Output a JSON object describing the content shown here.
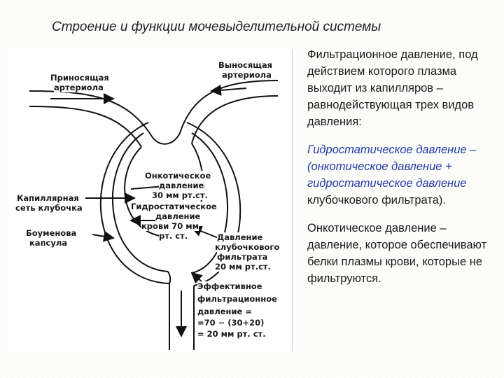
{
  "title": "Строение и функции мочевыделительной системы",
  "figure": {
    "label_efferent_1": "Выносящая",
    "label_efferent_2": "артериола",
    "label_afferent_1": "Приносящая",
    "label_afferent_2": "артериола",
    "label_oncotic_1": "Онкотическое",
    "label_oncotic_2": "давление",
    "label_oncotic_3": "30 мм рт.ст.",
    "label_hydro_1": "Гидростатическое",
    "label_hydro_2": "давление",
    "label_hydro_3": "крови 70 мм",
    "label_hydro_4": "рт. ст.",
    "label_capillary_1": "Капиллярная",
    "label_capillary_2": "сеть клубочка",
    "label_bowman_1": "Боуменова",
    "label_bowman_2": "капсула",
    "label_filtrate_1": "Давление",
    "label_filtrate_2": "клубочкового",
    "label_filtrate_3": "фильтрата",
    "label_filtrate_4": "20 мм рт.ст.",
    "label_eff_1": "Эффективное",
    "label_eff_2": "фильтрационное",
    "label_eff_3": "давление =",
    "label_eff_4": "=70 − (30+20)",
    "label_eff_5": "= 20 мм рт. ст."
  },
  "text": {
    "p1": "Фильтрационное давление, под действием которого плазма выходит из капилляров – равнодействующая трех видов давления:",
    "p2_part1": "Гидростатическое давление – (онкотическое давление + гидростатическое давление",
    "p2_part2": " клубочкового фильтрата).",
    "p3": "Онкотическое давление – давление, которое обеспечивают белки плазмы крови, которые не фильтруются."
  }
}
